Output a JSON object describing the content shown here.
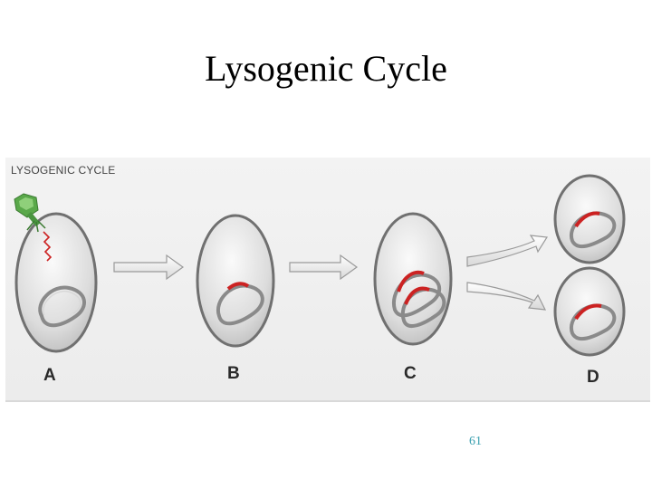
{
  "slide": {
    "title": "Lysogenic Cycle",
    "page_number": "61"
  },
  "figure": {
    "label": "LYSOGENIC CYCLE",
    "stages": [
      "A",
      "B",
      "C",
      "D"
    ]
  },
  "colors": {
    "viral_dna": "#cc2222",
    "phage": "#5aa84a",
    "cell_outline": "#707070",
    "bacterial_chromosome": "#8a8a8a"
  }
}
